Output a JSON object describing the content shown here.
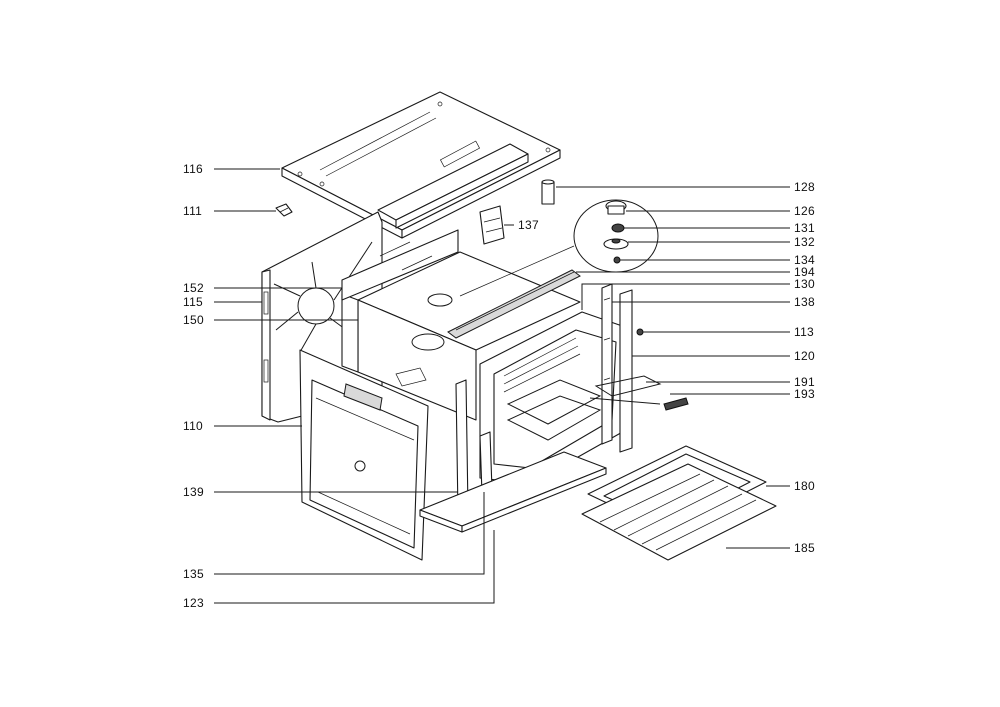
{
  "labels": [
    {
      "id": "116",
      "text": "116"
    },
    {
      "id": "111",
      "text": "111"
    },
    {
      "id": "152",
      "text": "152"
    },
    {
      "id": "115",
      "text": "115"
    },
    {
      "id": "150",
      "text": "150"
    },
    {
      "id": "110",
      "text": "110"
    },
    {
      "id": "139",
      "text": "139"
    },
    {
      "id": "135",
      "text": "135"
    },
    {
      "id": "123",
      "text": "123"
    },
    {
      "id": "128",
      "text": "128"
    },
    {
      "id": "126",
      "text": "126"
    },
    {
      "id": "137",
      "text": "137"
    },
    {
      "id": "131",
      "text": "131"
    },
    {
      "id": "132",
      "text": "132"
    },
    {
      "id": "134",
      "text": "134"
    },
    {
      "id": "194",
      "text": "194"
    },
    {
      "id": "130",
      "text": "130"
    },
    {
      "id": "138",
      "text": "138"
    },
    {
      "id": "113",
      "text": "113"
    },
    {
      "id": "120",
      "text": "120"
    },
    {
      "id": "191",
      "text": "191"
    },
    {
      "id": "193",
      "text": "193"
    },
    {
      "id": "180",
      "text": "180"
    },
    {
      "id": "185",
      "text": "185"
    }
  ]
}
